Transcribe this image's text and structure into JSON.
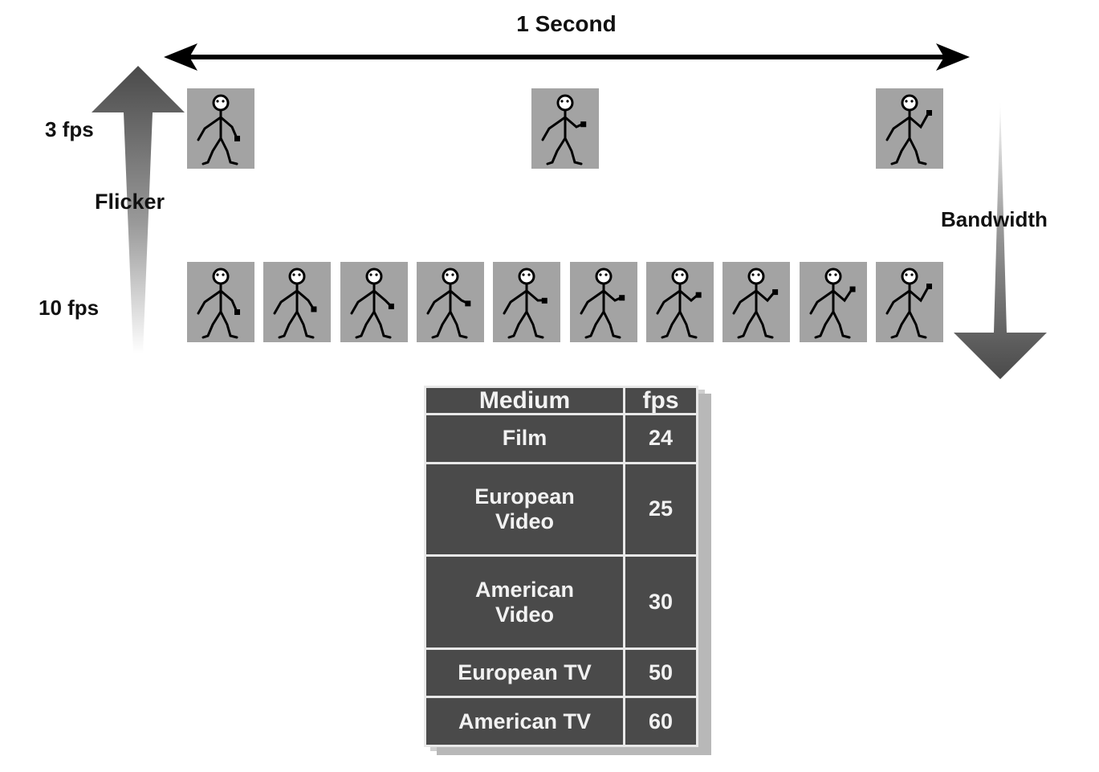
{
  "timeline": {
    "label": "1 Second"
  },
  "rows": [
    {
      "label": "3 fps",
      "frame_count": 3
    },
    {
      "label": "10 fps",
      "frame_count": 10
    }
  ],
  "arrows": {
    "left_label": "Flicker",
    "right_label": "Bandwidth"
  },
  "table": {
    "headers": [
      "Medium",
      "fps"
    ],
    "rows": [
      {
        "medium": "Film",
        "fps": "24"
      },
      {
        "medium": "European\nVideo",
        "fps": "25"
      },
      {
        "medium": "American\nVideo",
        "fps": "30"
      },
      {
        "medium": "European TV",
        "fps": "50"
      },
      {
        "medium": "American TV",
        "fps": "60"
      }
    ]
  },
  "colors": {
    "frame": "#a3a3a3",
    "table_bg": "#4a4a4a",
    "arrow": "#555555"
  }
}
